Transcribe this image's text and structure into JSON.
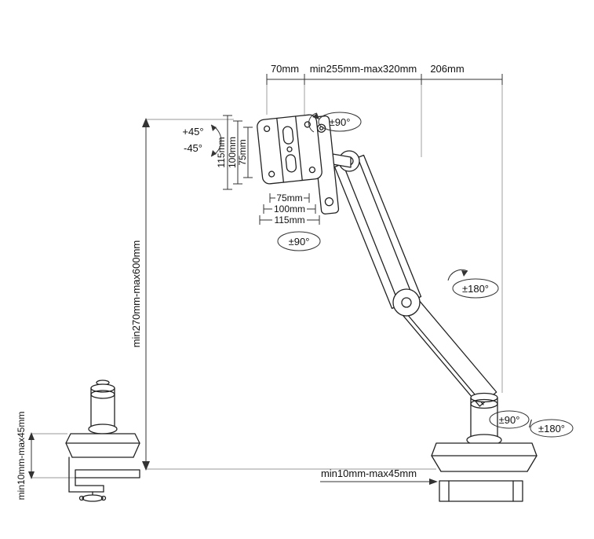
{
  "diagram": {
    "colors": {
      "line": "#222222",
      "background": "#ffffff"
    },
    "labels": {
      "top_bracket": "70mm",
      "top_arm": "min255mm-max320mm",
      "top_rear": "206mm",
      "tilt_up": "+45°",
      "tilt_down": "-45°",
      "vesa_v_115": "115mm",
      "vesa_v_100": "100mm",
      "vesa_v_75": "75mm",
      "vesa_h_75": "75mm",
      "vesa_h_100": "100mm",
      "vesa_h_115": "115mm",
      "head_swivel": "±90°",
      "vesa_rotate": "±90°",
      "elbow_rotate": "±180°",
      "base_swivel": "±90°",
      "base_sep": "/",
      "base_rotate": "±180°",
      "height_range": "min270mm-max600mm",
      "side_clamp_range": "min10mm-max45mm",
      "base_clamp_range": "min10mm-max45mm"
    }
  }
}
